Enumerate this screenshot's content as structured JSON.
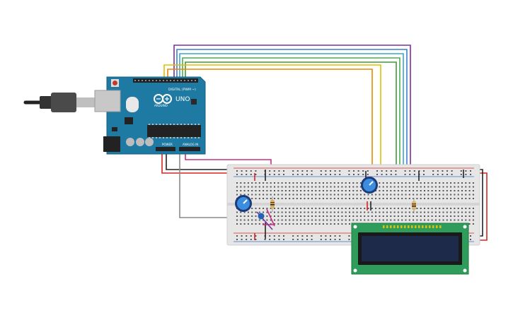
{
  "arduino": {
    "brand": "ARDUINO",
    "model": "UNO",
    "digital_header": "DIGITAL (PWM ~)",
    "power_label": "POWER",
    "analog_label": "ANALOG IN",
    "icon": "arduino-logo-icon"
  },
  "components": {
    "usb_cable": "usb-cable-icon",
    "potentiometer_icon": "potentiometer-icon",
    "resistor_icon": "resistor-icon",
    "capacitor_icon": "capacitor-icon",
    "lcd_icon": "lcd-16x2-icon"
  },
  "colors": {
    "board": "#1e7aa3",
    "board_dark": "#16607f",
    "breadboard": "#e8e8e8",
    "lcd_pcb": "#2e9c5b",
    "lcd_screen": "#1d2a4a",
    "wire_purple": "#7b2fa0",
    "wire_blue": "#3d7fd0",
    "wire_cyan": "#36a9c9",
    "wire_green": "#4cae4c",
    "wire_yellow": "#e0c000",
    "wire_orange": "#e58a00",
    "wire_magenta": "#c8307f",
    "wire_red": "#d62424",
    "wire_black": "#222222",
    "wire_gray": "#8a8a8a"
  }
}
